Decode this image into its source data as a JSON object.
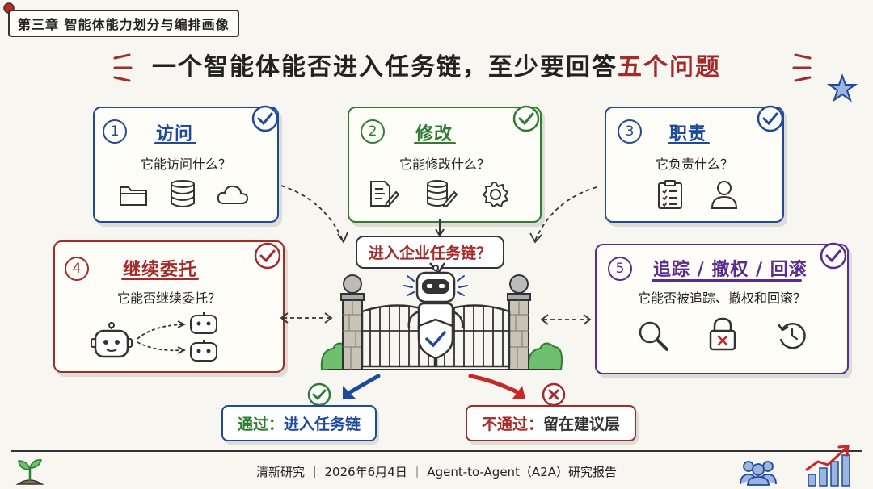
{
  "chapter": "第三章 智能体能力划分与编排画像",
  "title": {
    "main": "一个智能体能否进入任务链，至少要回答",
    "highlight": "五个问题"
  },
  "cards": [
    {
      "num": "1",
      "title": "访问",
      "question": "它能访问什么？",
      "color": "#1f4a9a"
    },
    {
      "num": "2",
      "title": "修改",
      "question": "它能修改什么？",
      "color": "#2e7d32"
    },
    {
      "num": "3",
      "title": "职责",
      "question": "它负责什么？",
      "color": "#1f4a9a"
    },
    {
      "num": "4",
      "title": "继续委托",
      "question": "它能否继续委托？",
      "color": "#a52a2a"
    },
    {
      "num": "5",
      "title": "追踪 / 撤权 / 回滚",
      "question": "它能否被追踪、撤权和回滚？",
      "color": "#5b2c8f"
    }
  ],
  "bubble": "进入企业任务链？",
  "pass": {
    "label": "通过：",
    "text": "进入任务链",
    "color": "#2e7d32"
  },
  "fail": {
    "label": "不通过：",
    "text": "留在建议层",
    "color": "#a52a2a"
  },
  "footer": "清新研究 ｜ 2026年6月4日 ｜ Agent-to-Agent（A2A）研究报告",
  "icons": {
    "card1": [
      "folder-icon",
      "database-icon",
      "cloud-icon"
    ],
    "card2": [
      "edit-document-icon",
      "edit-database-icon",
      "gear-icon"
    ],
    "card3": [
      "checklist-icon",
      "person-icon"
    ],
    "card4": [
      "robot-icon",
      "robot-icon",
      "robot-icon"
    ],
    "card5": [
      "magnifier-icon",
      "lock-icon",
      "undo-icon"
    ]
  }
}
